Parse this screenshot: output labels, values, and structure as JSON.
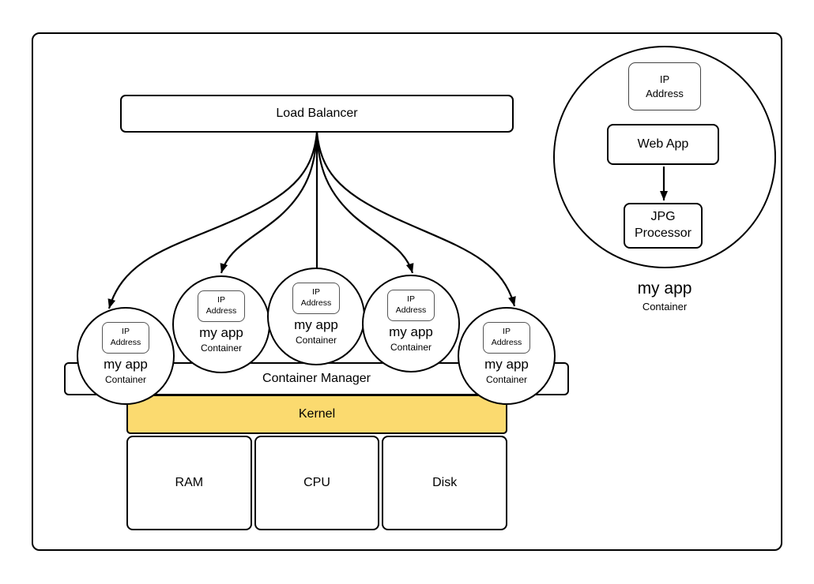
{
  "diagram": {
    "load_balancer": {
      "label": "Load Balancer"
    },
    "container_manager": {
      "label": "Container Manager"
    },
    "kernel": {
      "label": "Kernel",
      "fill_color": "#FBDA6F"
    },
    "hardware": [
      {
        "label": "RAM"
      },
      {
        "label": "CPU"
      },
      {
        "label": "Disk"
      }
    ],
    "app_containers": [
      {
        "ip_line1": "IP",
        "ip_line2": "Address",
        "name": "my app",
        "type": "Container"
      },
      {
        "ip_line1": "IP",
        "ip_line2": "Address",
        "name": "my app",
        "type": "Container"
      },
      {
        "ip_line1": "IP",
        "ip_line2": "Address",
        "name": "my app",
        "type": "Container"
      },
      {
        "ip_line1": "IP",
        "ip_line2": "Address",
        "name": "my app",
        "type": "Container"
      },
      {
        "ip_line1": "IP",
        "ip_line2": "Address",
        "name": "my app",
        "type": "Container"
      }
    ],
    "detail_view": {
      "ip_line1": "IP",
      "ip_line2": "Address",
      "web_app_label": "Web App",
      "jpg_processor_line1": "JPG",
      "jpg_processor_line2": "Processor",
      "caption_title": "my app",
      "caption_subtitle": "Container"
    },
    "colors": {
      "stroke": "#000000",
      "kernel_fill": "#FBDA6F",
      "ip_chip_border": "#555555"
    }
  }
}
